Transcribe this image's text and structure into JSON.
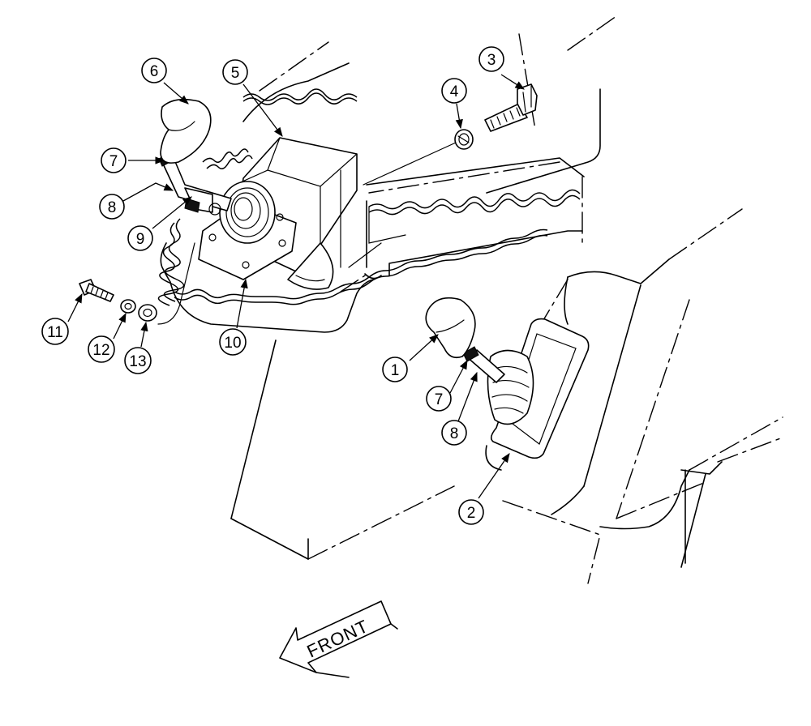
{
  "callouts": [
    {
      "id": "c1",
      "label": "1"
    },
    {
      "id": "c2",
      "label": "2"
    },
    {
      "id": "c3",
      "label": "3"
    },
    {
      "id": "c4",
      "label": "4"
    },
    {
      "id": "c5",
      "label": "5"
    },
    {
      "id": "c6",
      "label": "6"
    },
    {
      "id": "c7a",
      "label": "7"
    },
    {
      "id": "c7b",
      "label": "7"
    },
    {
      "id": "c8a",
      "label": "8"
    },
    {
      "id": "c8b",
      "label": "8"
    },
    {
      "id": "c9",
      "label": "9"
    },
    {
      "id": "c10",
      "label": "10"
    },
    {
      "id": "c11",
      "label": "11"
    },
    {
      "id": "c12",
      "label": "12"
    },
    {
      "id": "c13",
      "label": "13"
    }
  ],
  "front_arrow": {
    "label": "FRONT"
  }
}
